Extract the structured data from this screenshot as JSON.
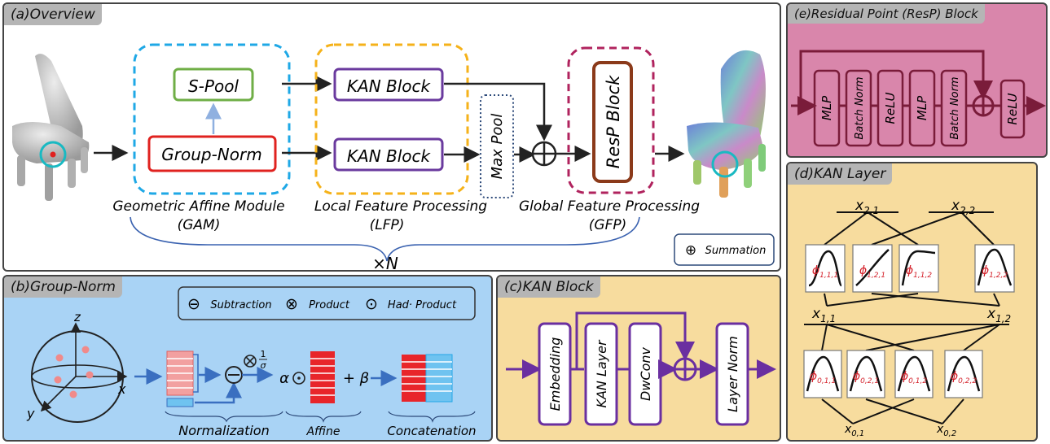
{
  "overview": {
    "title": "(a)Overview",
    "spool": "S-Pool",
    "groupnorm": "Group-Norm",
    "kan_top": "KAN Block",
    "kan_bottom": "KAN Block",
    "maxpool": "Max Pool",
    "resp": "ResP Block",
    "gam_label": "Geometric Affine Module",
    "gam_abbr": "(GAM)",
    "lfp_label": "Local Feature Processing",
    "lfp_abbr": "(LFP)",
    "gfp_label": "Global Feature Processing",
    "gfp_abbr": "(GFP)",
    "repeat": "×N",
    "legend_symbol": "⊕",
    "legend_text": "Summation"
  },
  "groupnorm_panel": {
    "title": "(b)Group-Norm",
    "legend": [
      {
        "symbol": "⊖",
        "text": "Subtraction"
      },
      {
        "symbol": "⊗",
        "text": "Product"
      },
      {
        "symbol": "⊙",
        "text": "Had· Product"
      }
    ],
    "axis_z": "z",
    "axis_x": "x",
    "axis_y": "y",
    "factor_num": "1",
    "factor_den": "σ",
    "alpha": "α",
    "plus_beta": "+ β",
    "normalization": "Normalization",
    "affine": "Affine",
    "concatenation": "Concatenation"
  },
  "kanblock_panel": {
    "title": "(c)KAN Block",
    "embedding": "Embedding",
    "kan_layer": "KAN Layer",
    "dwconv": "DwConv",
    "layer_norm": "Layer Norm"
  },
  "kanlayer_panel": {
    "title": "(d)KAN Layer",
    "x21": "2,1",
    "x22": "2,2",
    "x11": "1,1",
    "x12": "1,2",
    "x01": "0,1",
    "x02": "0,2",
    "phi_top": [
      "1,1,1",
      "1,2,1",
      "1,1,2",
      "1,2,2"
    ],
    "phi_bottom": [
      "0,1,1",
      "0,2,1",
      "0,1,2",
      "0,2,2"
    ]
  },
  "resp_panel": {
    "title": "(e)Residual Point (ResP) Block",
    "blocks": [
      "MLP",
      "Batch Norm",
      "ReLU",
      "MLP",
      "Batch Norm",
      "ReLU"
    ]
  },
  "colors": {
    "overview_bg": "#ffffff",
    "groupnorm_bg": "#a9d3f5",
    "kanblock_bg": "#f7dc9e",
    "kanlayer_bg": "#f7dc9e",
    "resp_bg": "#d986ab",
    "gam_border": "#1fa8e6",
    "lfp_border": "#f5b21a",
    "gfp_border": "#b0235e",
    "kan_purple": "#6a3a9e",
    "resp_brown": "#8b3a1a",
    "spool_green": "#6fae46",
    "groupnorm_red": "#e0221f",
    "phi_red": "#d4202a",
    "point_red": "#e8453c",
    "point_blue": "#24a7e6"
  }
}
